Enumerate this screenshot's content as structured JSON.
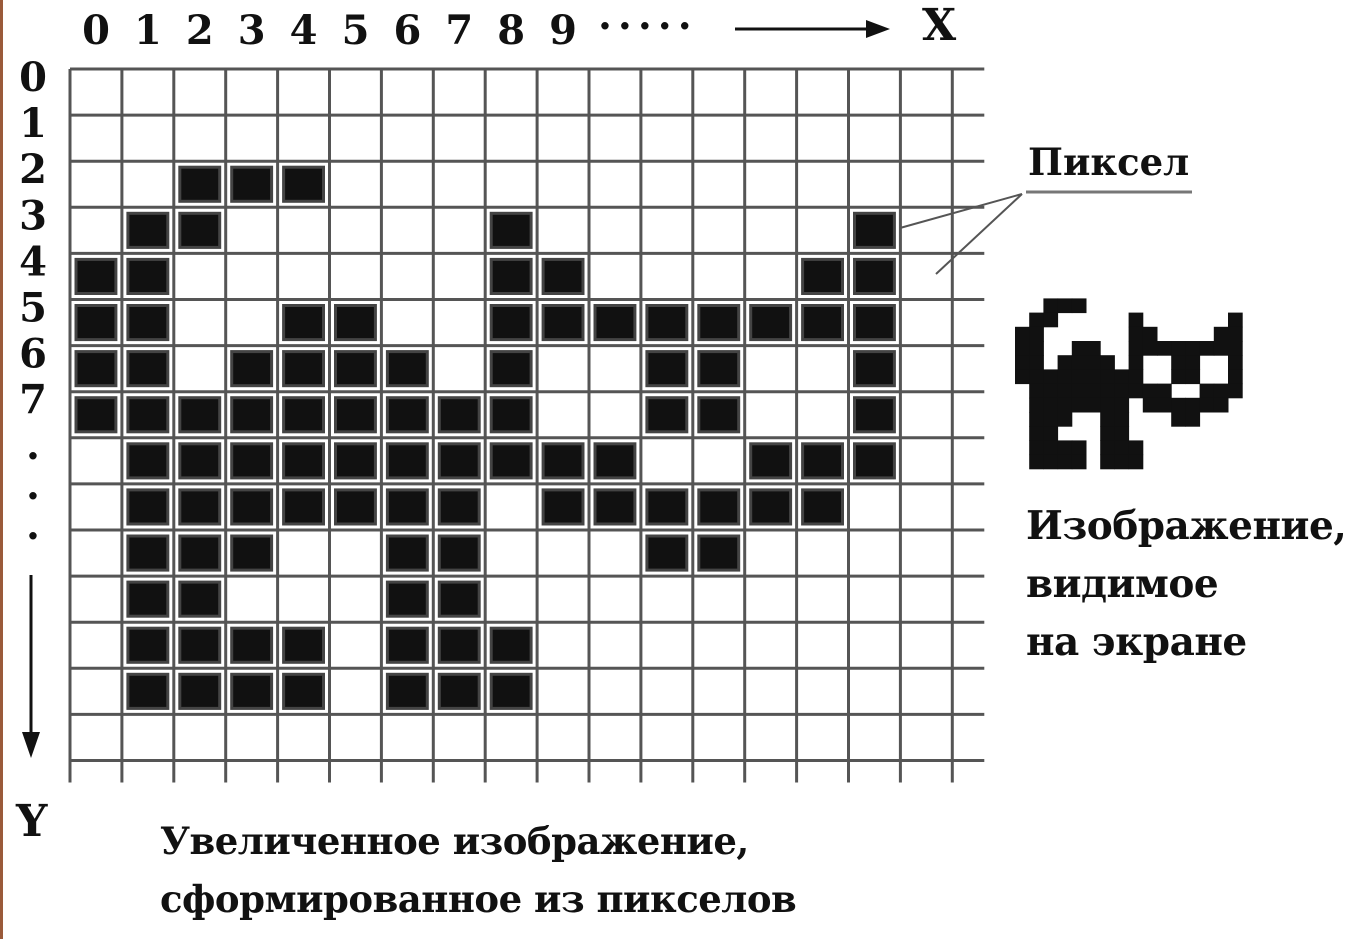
{
  "x_axis": {
    "ticks": [
      "0",
      "1",
      "2",
      "3",
      "4",
      "5",
      "6",
      "7",
      "8",
      "9"
    ],
    "ellipsis": "·····",
    "label": "X"
  },
  "y_axis": {
    "ticks": [
      "0",
      "1",
      "2",
      "3",
      "4",
      "5",
      "6",
      "7"
    ],
    "ellipsis": [
      "·",
      "·",
      "·"
    ],
    "label": "Y"
  },
  "grid": {
    "cols": 17,
    "rows": 15,
    "filled_pixels": [
      [
        2,
        2
      ],
      [
        3,
        2
      ],
      [
        4,
        2
      ],
      [
        1,
        3
      ],
      [
        2,
        3
      ],
      [
        8,
        3
      ],
      [
        15,
        3
      ],
      [
        0,
        4
      ],
      [
        1,
        4
      ],
      [
        8,
        4
      ],
      [
        9,
        4
      ],
      [
        14,
        4
      ],
      [
        15,
        4
      ],
      [
        0,
        5
      ],
      [
        1,
        5
      ],
      [
        4,
        5
      ],
      [
        5,
        5
      ],
      [
        8,
        5
      ],
      [
        9,
        5
      ],
      [
        10,
        5
      ],
      [
        11,
        5
      ],
      [
        12,
        5
      ],
      [
        13,
        5
      ],
      [
        14,
        5
      ],
      [
        15,
        5
      ],
      [
        0,
        6
      ],
      [
        1,
        6
      ],
      [
        3,
        6
      ],
      [
        4,
        6
      ],
      [
        5,
        6
      ],
      [
        6,
        6
      ],
      [
        8,
        6
      ],
      [
        11,
        6
      ],
      [
        12,
        6
      ],
      [
        15,
        6
      ],
      [
        0,
        7
      ],
      [
        1,
        7
      ],
      [
        2,
        7
      ],
      [
        3,
        7
      ],
      [
        4,
        7
      ],
      [
        5,
        7
      ],
      [
        6,
        7
      ],
      [
        7,
        7
      ],
      [
        8,
        7
      ],
      [
        11,
        7
      ],
      [
        12,
        7
      ],
      [
        15,
        7
      ],
      [
        1,
        8
      ],
      [
        2,
        8
      ],
      [
        3,
        8
      ],
      [
        4,
        8
      ],
      [
        5,
        8
      ],
      [
        6,
        8
      ],
      [
        7,
        8
      ],
      [
        8,
        8
      ],
      [
        9,
        8
      ],
      [
        10,
        8
      ],
      [
        13,
        8
      ],
      [
        14,
        8
      ],
      [
        15,
        8
      ],
      [
        1,
        9
      ],
      [
        2,
        9
      ],
      [
        3,
        9
      ],
      [
        4,
        9
      ],
      [
        5,
        9
      ],
      [
        6,
        9
      ],
      [
        7,
        9
      ],
      [
        9,
        9
      ],
      [
        10,
        9
      ],
      [
        11,
        9
      ],
      [
        12,
        9
      ],
      [
        13,
        9
      ],
      [
        14,
        9
      ],
      [
        1,
        10
      ],
      [
        2,
        10
      ],
      [
        3,
        10
      ],
      [
        6,
        10
      ],
      [
        7,
        10
      ],
      [
        11,
        10
      ],
      [
        12,
        10
      ],
      [
        1,
        11
      ],
      [
        2,
        11
      ],
      [
        6,
        11
      ],
      [
        7,
        11
      ],
      [
        1,
        12
      ],
      [
        2,
        12
      ],
      [
        3,
        12
      ],
      [
        4,
        12
      ],
      [
        6,
        12
      ],
      [
        7,
        12
      ],
      [
        8,
        12
      ],
      [
        1,
        13
      ],
      [
        2,
        13
      ],
      [
        3,
        13
      ],
      [
        4,
        13
      ],
      [
        6,
        13
      ],
      [
        7,
        13
      ],
      [
        8,
        13
      ]
    ]
  },
  "labels": {
    "pixel": "Пиксел",
    "screen_image": [
      "Изображение,",
      "видимое",
      "на экране"
    ],
    "enlarged_image": [
      "Увеличенное изображение,",
      "сформированное из пикселов"
    ]
  },
  "colors": {
    "pixel_fill": "#111111",
    "grid_line": "#555555",
    "background": "#ffffff",
    "frame": "#9a5a3a"
  }
}
